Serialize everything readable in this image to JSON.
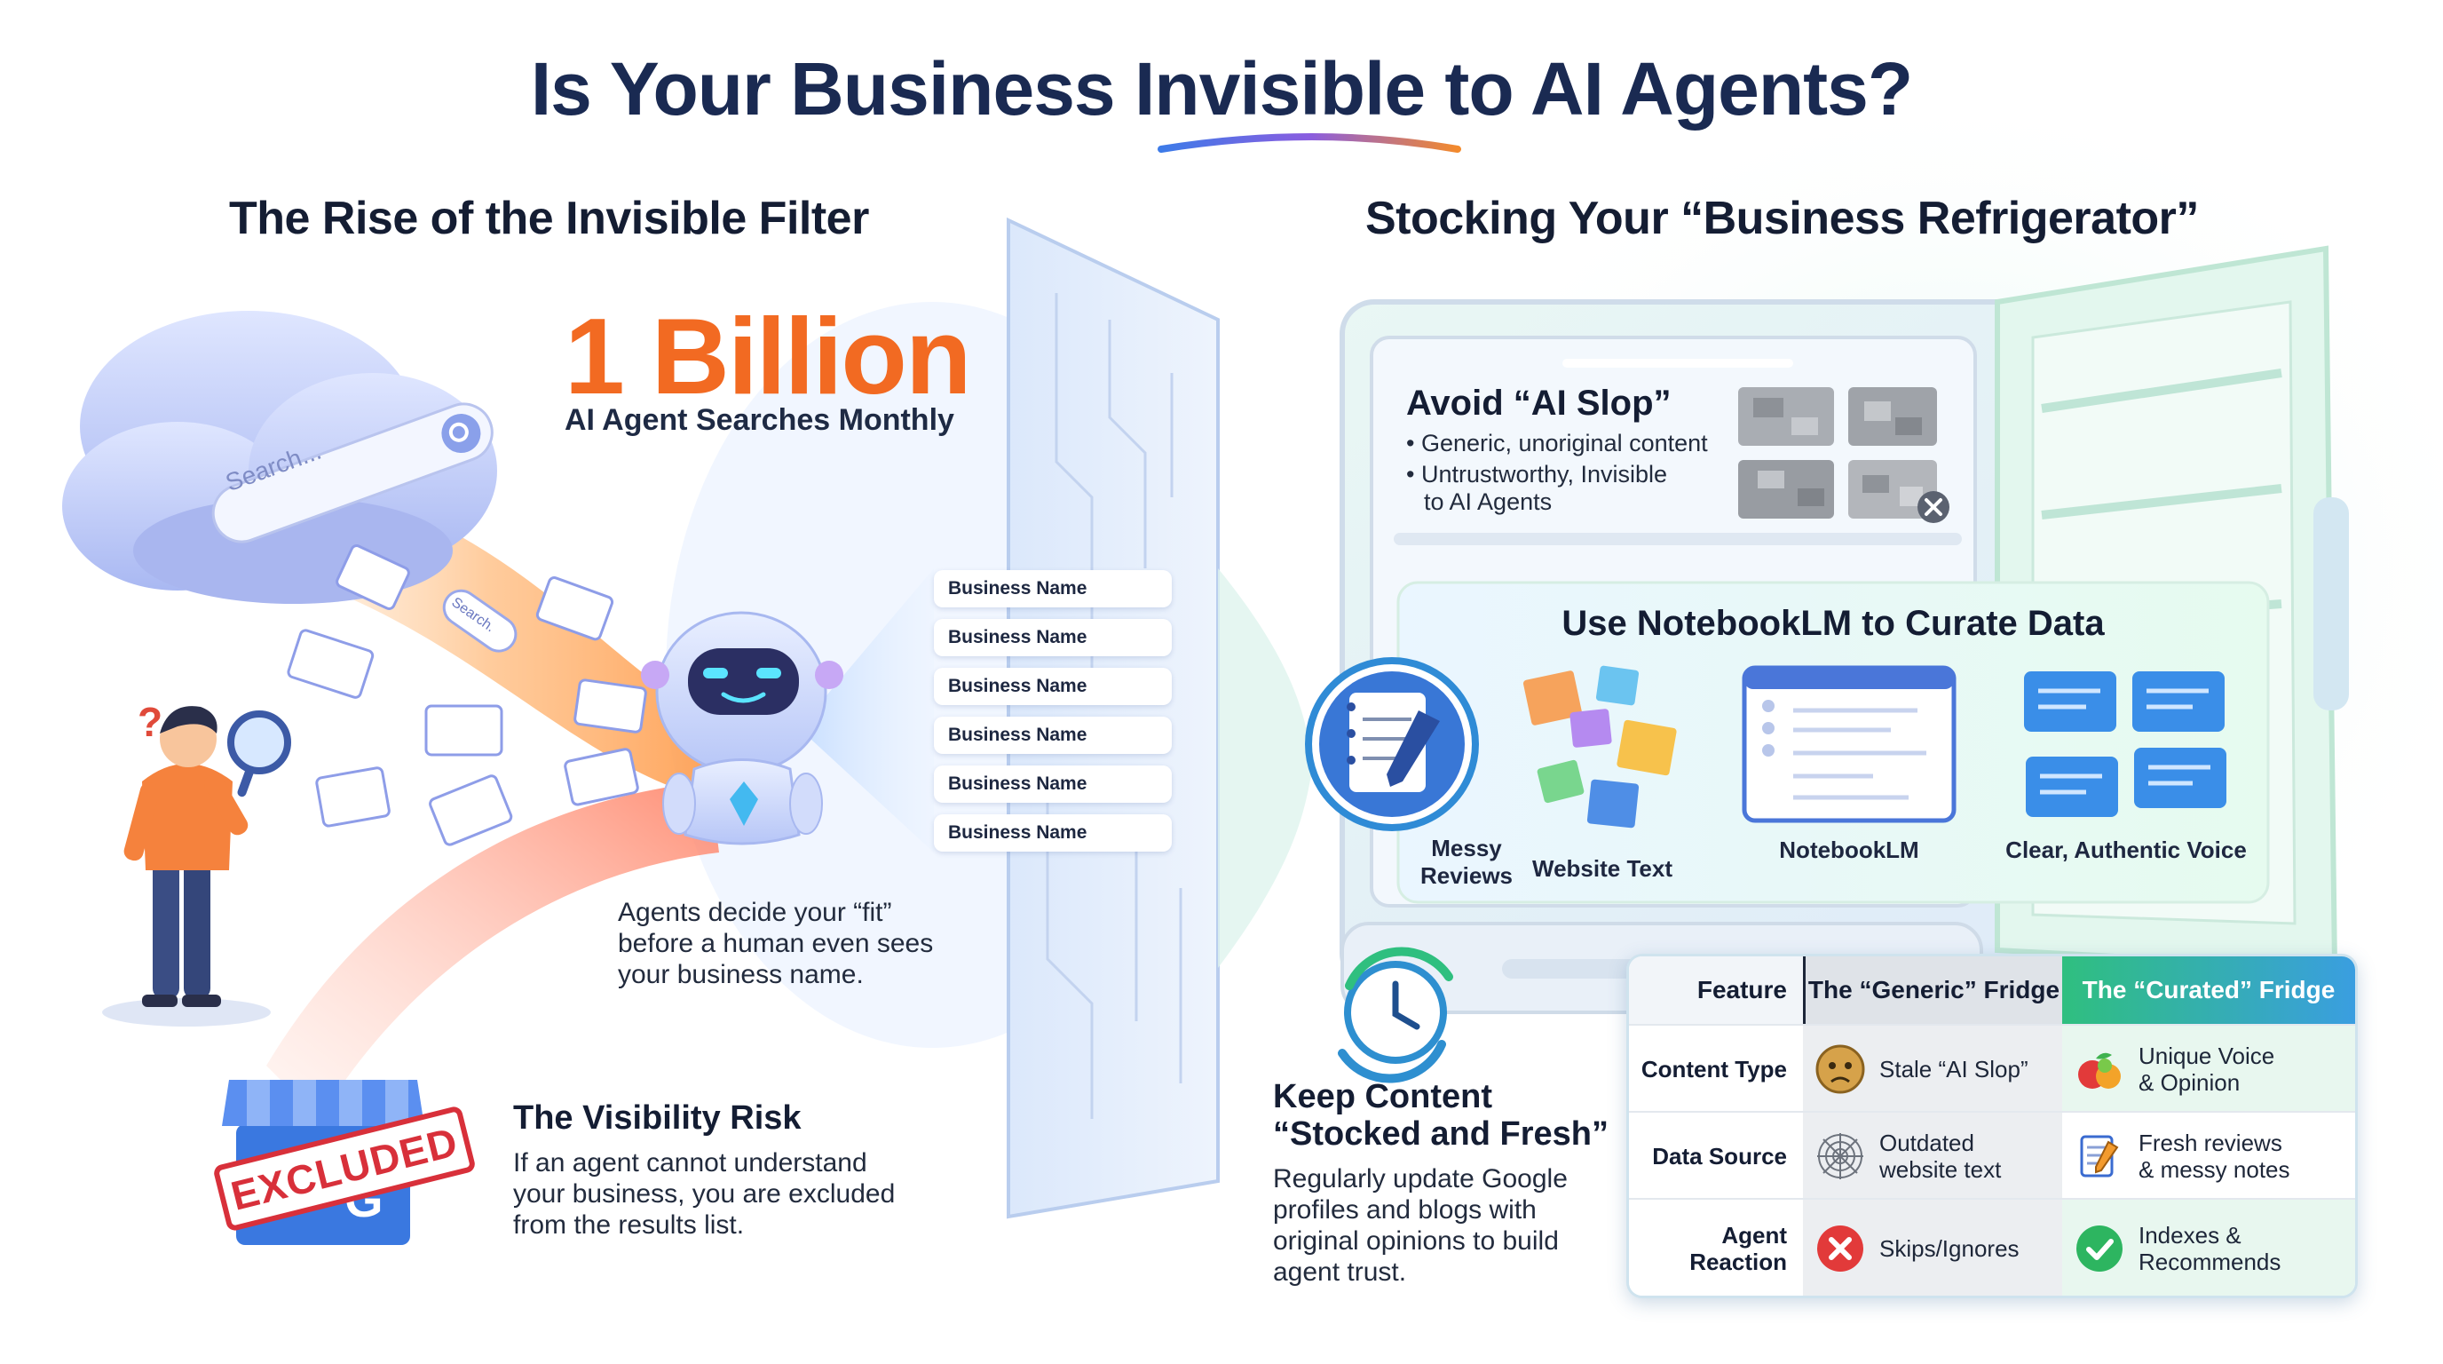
{
  "header": {
    "title": "Is Your Business Invisible to AI Agents?"
  },
  "left_section": {
    "heading": "The Rise of the Invisible Filter",
    "search_placeholder": "Search...",
    "mini_search_text": "Search.",
    "stat_number": "1 Billion",
    "stat_caption": "AI Agent Searches Monthly",
    "agents_caption": "Agents decide your “fit” before a human even sees your business name.",
    "results_list": [
      "Business Name",
      "Business Name",
      "Business Name",
      "Business Name",
      "Business Name",
      "Business Name"
    ],
    "question_mark": "?",
    "stamp_text": "EXCLUDED",
    "storefront_letter": "G",
    "risk_heading": "The Visibility Risk",
    "risk_text": "If an agent cannot understand your business, you are excluded from the results list."
  },
  "right_section": {
    "heading": "Stocking Your “Business Refrigerator”",
    "avoid_title": "Avoid “AI Slop”",
    "avoid_bullet_1": "• Generic, unoriginal content",
    "avoid_bullet_2": "• Untrustworthy, Invisible",
    "avoid_bullet_3": "to AI Agents",
    "curate_title": "Use NotebookLM to Curate Data",
    "icons": {
      "messy_reviews": "Messy\nReviews",
      "website_text": "Website Text",
      "notebooklm": "NotebookLM",
      "authentic_voice": "Clear, Authentic Voice"
    },
    "fresh_heading": "Keep Content “Stocked and Fresh”",
    "fresh_text": "Regularly update Google profiles and blogs with original opinions to build agent trust."
  },
  "comparison_table": {
    "headers": [
      "Feature",
      "The “Generic” Fridge",
      "The “Curated” Fridge"
    ],
    "rows": [
      {
        "feature": "Content Type",
        "generic": "Stale “AI Slop”",
        "curated": "Unique Voice\n& Opinion",
        "generic_icon": "worried-face-icon",
        "curated_icon": "fresh-produce-icon"
      },
      {
        "feature": "Data Source",
        "generic": "Outdated\nwebsite text",
        "curated": "Fresh reviews\n& messy notes",
        "generic_icon": "cobweb-icon",
        "curated_icon": "notepad-pencil-icon"
      },
      {
        "feature": "Agent\nReaction",
        "generic": "Skips/Ignores",
        "curated": "Indexes &\nRecommends",
        "generic_icon": "red-x-icon",
        "curated_icon": "green-check-icon"
      }
    ]
  },
  "colors": {
    "title_navy": "#1a2a52",
    "stat_orange": "#f26a22",
    "curated_header_green": "#2fbf7f",
    "generic_header_gray": "#dfe3e8",
    "reject_red": "#e23a3a",
    "accept_green": "#2db560"
  }
}
